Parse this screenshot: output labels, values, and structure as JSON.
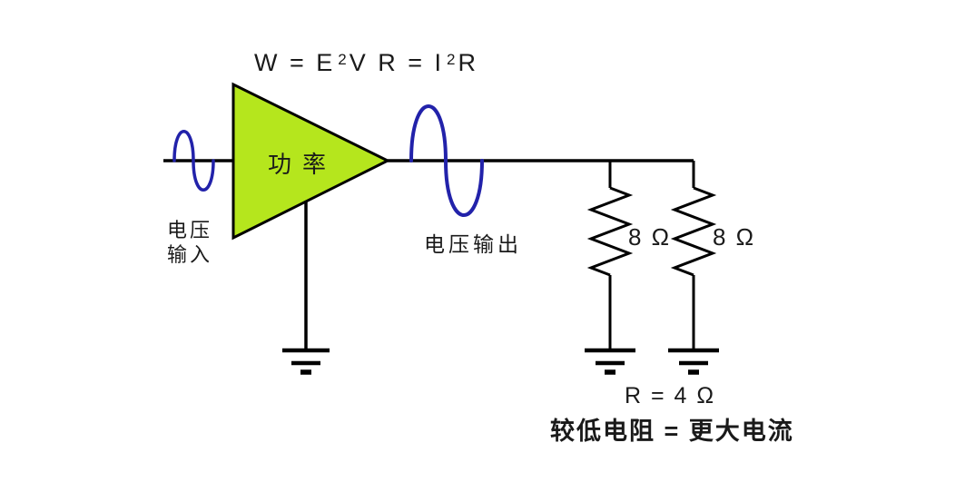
{
  "colors": {
    "background": "#ffffff",
    "line": "#000000",
    "amplifier_fill": "#b5e61d",
    "waveform": "#2222aa"
  },
  "formula": {
    "seg1": "W = E",
    "sup1": "2",
    "seg2": "V R = I",
    "sup2": "2",
    "seg3": "R"
  },
  "amplifier": {
    "label": "功率"
  },
  "input_label": {
    "line1": "电压",
    "line2": "输入"
  },
  "output_label": "电压输出",
  "resistors": {
    "r1": "8 Ω",
    "r2": "8 Ω"
  },
  "equivalent_resistance": "R = 4 Ω",
  "note": "较低电阻 = 更大电流"
}
